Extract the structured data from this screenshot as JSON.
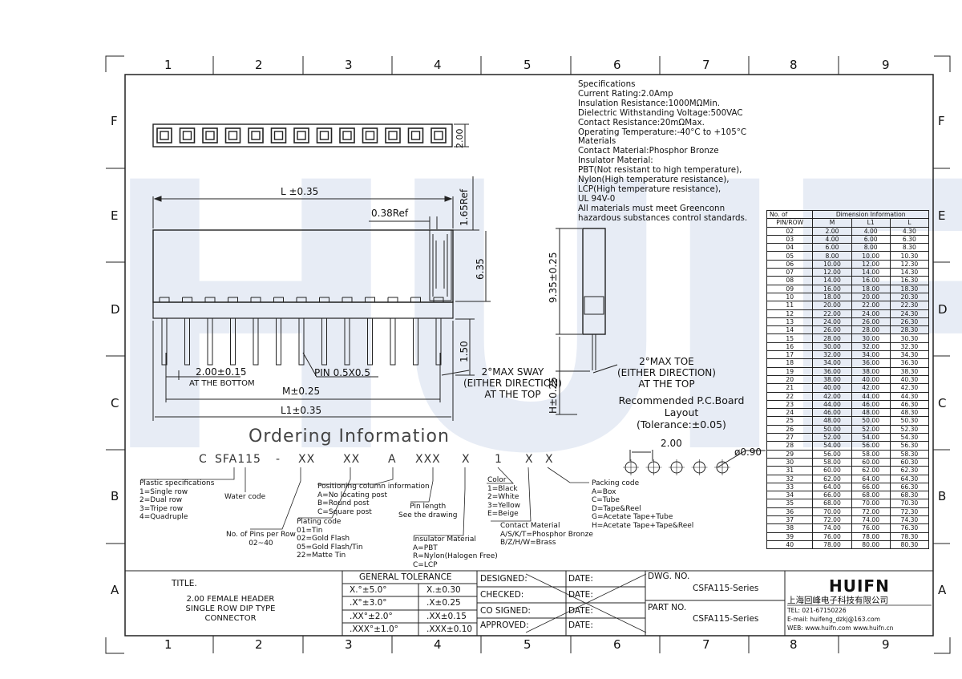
{
  "border": {
    "columns": [
      "1",
      "2",
      "3",
      "4",
      "5",
      "6",
      "7",
      "8",
      "9"
    ],
    "rows": [
      "F",
      "E",
      "D",
      "C",
      "B",
      "A"
    ]
  },
  "watermark": "HUIFN",
  "specs": [
    "Specifications",
    "Current Rating:2.0Amp",
    "Insulation Resistance:1000MΩMin.",
    "Dielectric Withstanding Voltage:500VAC",
    "Contact Resistance:20mΩMax.",
    "Operating Temperature:-40°C to +105°C",
    "Materials",
    "Contact Material:Phosphor Bronze",
    "Insulator Material:",
    "PBT(Not resistant to high temperature),",
    "Nylon(High temperature resistance),",
    "LCP(High temperature resistance),",
    "UL 94V-0",
    "All materials must meet Greenconn",
    "hazardous substances control standards."
  ],
  "dims": {
    "top_height": "2.00",
    "L": "L ±0.35",
    "ref038": "0.38Ref",
    "ref165": "1.65Ref",
    "d635": "6.35",
    "d150": "1.50",
    "d935": "9.35±0.25",
    "hB": "H±0.25",
    "pitch": "2.00±0.15",
    "at_bottom": "AT THE BOTTOM",
    "pin": "PIN 0.5X0.5",
    "M": "M±0.25",
    "L1": "L1±0.35",
    "sway": [
      "2°MAX SWAY",
      "(EITHER DIRECTION)",
      "AT THE TOP"
    ],
    "toe": [
      "2°MAX TOE",
      "(EITHER DIRECTION)",
      "AT THE TOP"
    ],
    "pcb": [
      "Recommended P.C.Board",
      "Layout",
      "(Tolerance:±0.05)"
    ],
    "pcb_pitch": "2.00",
    "pcb_hole": "ø0.90"
  },
  "ordering": {
    "title": "Ordering Information",
    "code": [
      "C",
      "SFA115",
      "-",
      "XX",
      "XX",
      "A",
      "XXX",
      "X",
      "1",
      "X",
      "X"
    ],
    "plastic": [
      "Plastic specifications",
      "1=Single row",
      "2=Dual row",
      "3=Tripe row",
      "4=Quadruple"
    ],
    "water": "Water code",
    "pins": [
      "No. of Pins per Row",
      "02~40"
    ],
    "plating": [
      "Plating code",
      "01=Tin",
      "02=Gold Flash",
      "05=Gold Flash/Tin",
      "22=Matte Tin"
    ],
    "position": [
      "Positioning column information",
      "A=No locating post",
      "B=Round post",
      "C=Square post"
    ],
    "pinlen": [
      "Pin length",
      "See the drawing"
    ],
    "insulator": [
      "Insulator Material",
      "A=PBT",
      "R=Nylon(Halogen Free)",
      "C=LCP"
    ],
    "color": [
      "Color",
      "1=Black",
      "2=White",
      "3=Yellow",
      "E=Beige"
    ],
    "contact": [
      "Contact Material",
      "A/S/K/T=Phosphor Bronze",
      "B/Z/H/W=Brass"
    ],
    "packing": [
      "Packing code",
      "A=Box",
      "C=Tube",
      "D=Tape&Reel",
      "G=Acetate Tape+Tube",
      "H=Acetate Tape+Tape&Reel"
    ]
  },
  "table": {
    "header1": [
      "No. of",
      "Dimension Information"
    ],
    "header2": [
      "PIN/ROW",
      "M",
      "L1",
      "L"
    ],
    "rows": [
      [
        "02",
        "2.00",
        "4.00",
        "4.30"
      ],
      [
        "03",
        "4.00",
        "6.00",
        "6.30"
      ],
      [
        "04",
        "6.00",
        "8.00",
        "8.30"
      ],
      [
        "05",
        "8.00",
        "10.00",
        "10.30"
      ],
      [
        "06",
        "10.00",
        "12.00",
        "12.30"
      ],
      [
        "07",
        "12.00",
        "14.00",
        "14.30"
      ],
      [
        "08",
        "14.00",
        "16.00",
        "16.30"
      ],
      [
        "09",
        "16.00",
        "18.00",
        "18.30"
      ],
      [
        "10",
        "18.00",
        "20.00",
        "20.30"
      ],
      [
        "11",
        "20.00",
        "22.00",
        "22.30"
      ],
      [
        "12",
        "22.00",
        "24.00",
        "24.30"
      ],
      [
        "13",
        "24.00",
        "26.00",
        "26.30"
      ],
      [
        "14",
        "26.00",
        "28.00",
        "28.30"
      ],
      [
        "15",
        "28.00",
        "30.00",
        "30.30"
      ],
      [
        "16",
        "30.00",
        "32.00",
        "32.30"
      ],
      [
        "17",
        "32.00",
        "34.00",
        "34.30"
      ],
      [
        "18",
        "34.00",
        "36.00",
        "36.30"
      ],
      [
        "19",
        "36.00",
        "38.00",
        "38.30"
      ],
      [
        "20",
        "38.00",
        "40.00",
        "40.30"
      ],
      [
        "21",
        "40.00",
        "42.00",
        "42.30"
      ],
      [
        "22",
        "42.00",
        "44.00",
        "44.30"
      ],
      [
        "23",
        "44.00",
        "46.00",
        "46.30"
      ],
      [
        "24",
        "46.00",
        "48.00",
        "48.30"
      ],
      [
        "25",
        "48.00",
        "50.00",
        "50.30"
      ],
      [
        "26",
        "50.00",
        "52.00",
        "52.30"
      ],
      [
        "27",
        "52.00",
        "54.00",
        "54.30"
      ],
      [
        "28",
        "54.00",
        "56.00",
        "56.30"
      ],
      [
        "29",
        "56.00",
        "58.00",
        "58.30"
      ],
      [
        "30",
        "58.00",
        "60.00",
        "60.30"
      ],
      [
        "31",
        "60.00",
        "62.00",
        "62.30"
      ],
      [
        "32",
        "62.00",
        "64.00",
        "64.30"
      ],
      [
        "33",
        "64.00",
        "66.00",
        "66.30"
      ],
      [
        "34",
        "66.00",
        "68.00",
        "68.30"
      ],
      [
        "35",
        "68.00",
        "70.00",
        "70.30"
      ],
      [
        "36",
        "70.00",
        "72.00",
        "72.30"
      ],
      [
        "37",
        "72.00",
        "74.00",
        "74.30"
      ],
      [
        "38",
        "74.00",
        "76.00",
        "76.30"
      ],
      [
        "39",
        "76.00",
        "78.00",
        "78.30"
      ],
      [
        "40",
        "78.00",
        "80.00",
        "80.30"
      ]
    ]
  },
  "titleblock": {
    "title_label": "TITLE.",
    "title": [
      "2.00 FEMALE HEADER",
      "SINGLE ROW DIP TYPE",
      "CONNECTOR"
    ],
    "tolerance_head": "GENERAL TOLERANCE",
    "tolerances": [
      [
        "X.°±5.0°",
        "X.±0.30"
      ],
      [
        ".X°±3.0°",
        ".X±0.25"
      ],
      [
        ".XX°±2.0°",
        ".XX±0.15"
      ],
      [
        ".XXX°±1.0°",
        ".XXX±0.10"
      ]
    ],
    "roles": [
      "DESIGNED:",
      "CHECKED:",
      "CO SIGNED:",
      "APPROVED:"
    ],
    "date": "DATE:",
    "dwg_label": "DWG. NO.",
    "dwg_no": "CSFA115-Series",
    "part_label": "PART NO.",
    "part_no": "CSFA115-Series",
    "company_logo": "HUIFN",
    "company": "上海回峰电子科技有限公司",
    "tel": "TEL: 021-67150226",
    "email": "E-mail: huifeng_dzkj@163.com",
    "web": "WEB: www.huifn.com   www.huifn.cn"
  }
}
